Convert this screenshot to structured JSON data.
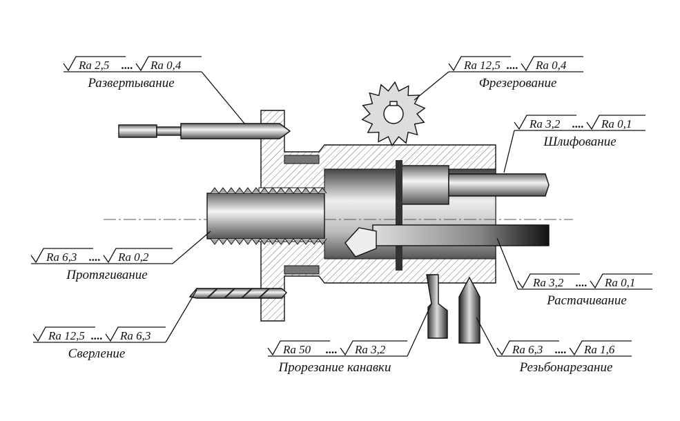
{
  "labels": [
    {
      "from": "Ra 2,5",
      "dots": "....",
      "to": "Ra 0,4",
      "name": "Развертывание"
    },
    {
      "from": "Ra 12,5",
      "dots": "....",
      "to": "Ra 0,4",
      "name": "Фрезерование"
    },
    {
      "from": "Ra 3,2",
      "dots": "....",
      "to": "Ra 0,1",
      "name": "Шлифование"
    },
    {
      "from": "Ra 6,3",
      "dots": "....",
      "to": "Ra 0,2",
      "name": "Протягивание"
    },
    {
      "from": "Ra 3,2",
      "dots": "....",
      "to": "Ra 0,1",
      "name": "Растачивание"
    },
    {
      "from": "Ra 12,5",
      "dots": "....",
      "to": "Ra 6,3",
      "name": "Сверление"
    },
    {
      "from": "Ra 50",
      "dots": "....",
      "to": "Ra 3,2",
      "name": "Прорезание канавки"
    },
    {
      "from": "Ra 6,3",
      "dots": "....",
      "to": "Ra 1,6",
      "name": "Резьбонарезание"
    }
  ]
}
